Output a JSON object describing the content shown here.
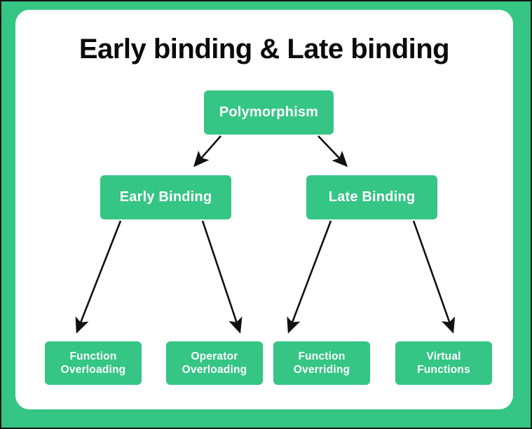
{
  "slide": {
    "title": "Early binding & Late binding",
    "frame_color": "#35c584",
    "card_color": "#ffffff",
    "border_color": "#151515"
  },
  "diagram": {
    "type": "hierarchy-tree",
    "node_color": "#35c584",
    "node_text_color": "#ffffff",
    "edge_color": "#111111",
    "nodes": [
      {
        "id": "polymorphism",
        "label": "Polymorphism",
        "level": 1
      },
      {
        "id": "early-binding",
        "label": "Early Binding",
        "level": 2
      },
      {
        "id": "late-binding",
        "label": "Late Binding",
        "level": 2
      },
      {
        "id": "function-overloading",
        "label_line1": "Function",
        "label_line2": "Overloading",
        "level": 3
      },
      {
        "id": "operator-overloading",
        "label_line1": "Operator",
        "label_line2": "Overloading",
        "level": 3
      },
      {
        "id": "function-overriding",
        "label_line1": "Function",
        "label_line2": "Overriding",
        "level": 3
      },
      {
        "id": "virtual-functions",
        "label_line1": "Virtual",
        "label_line2": "Functions",
        "level": 3
      }
    ],
    "edges": [
      {
        "from": "polymorphism",
        "to": "early-binding"
      },
      {
        "from": "polymorphism",
        "to": "late-binding"
      },
      {
        "from": "early-binding",
        "to": "function-overloading"
      },
      {
        "from": "early-binding",
        "to": "operator-overloading"
      },
      {
        "from": "late-binding",
        "to": "function-overriding"
      },
      {
        "from": "late-binding",
        "to": "virtual-functions"
      }
    ]
  }
}
